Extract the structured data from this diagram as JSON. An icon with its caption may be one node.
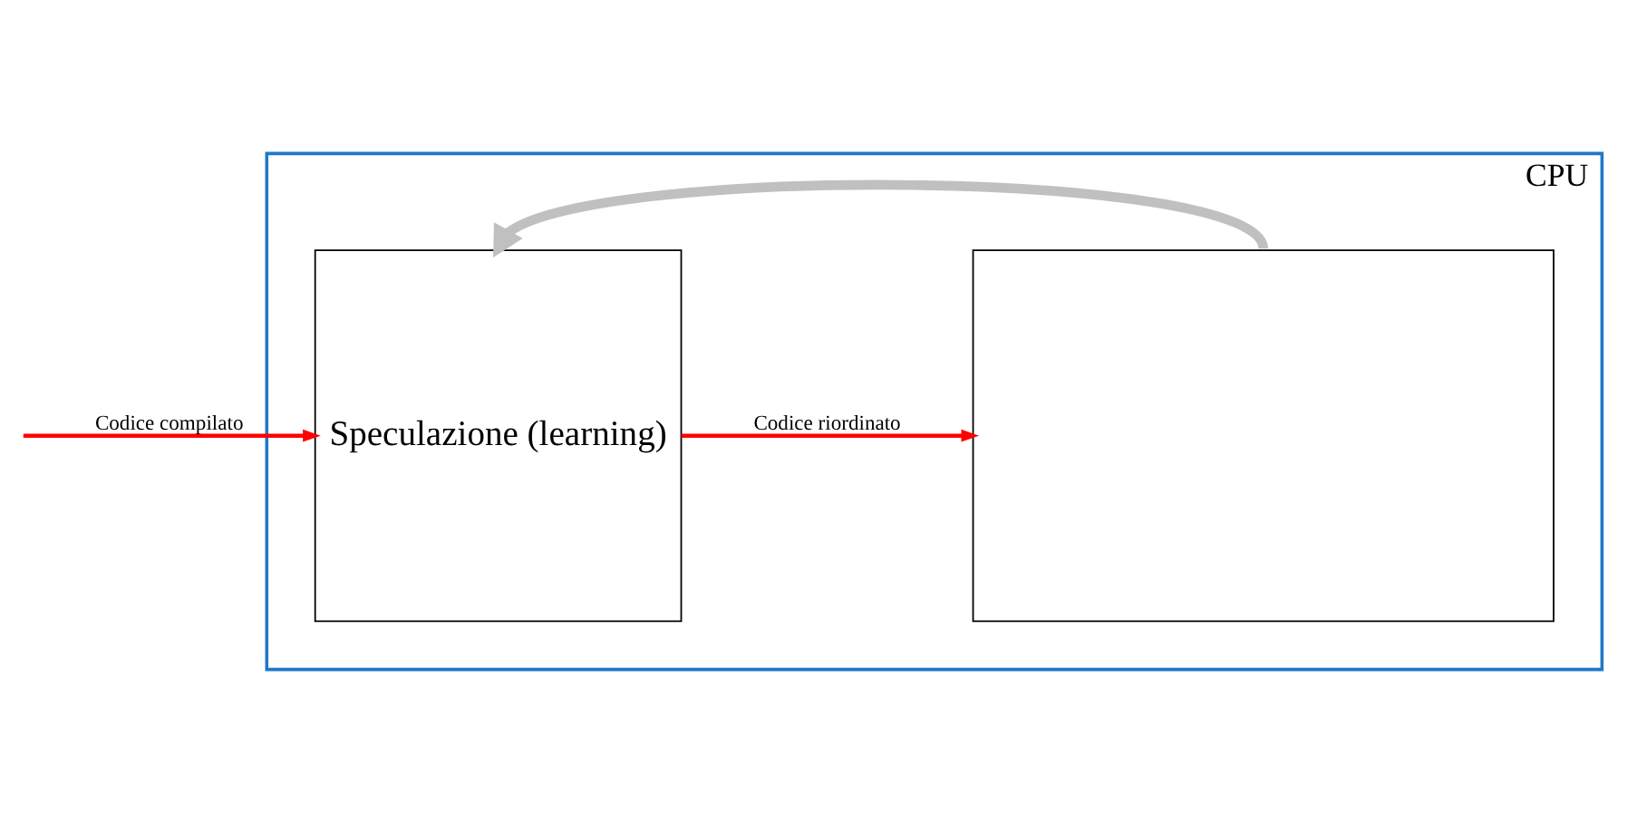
{
  "diagram": {
    "nodes": [
      {
        "text": [
          "CPU"
        ]
      },
      {
        "text": [
          "Speculazione (learning)"
        ],
        "in": 0
      },
      {
        "text": [],
        "shape": "box",
        "in": 0
      }
    ],
    "edges": [
      {
        "from": null,
        "to": 1,
        "arrow": "to",
        "label": "Codice compilato"
      },
      {
        "from": 1,
        "to": 2,
        "arrow": "to",
        "label": "Codice riordinato"
      },
      {
        "from": 2,
        "to": 1,
        "arrow": "to",
        "style": "thick",
        "color": "#c0c0c0"
      }
    ]
  }
}
